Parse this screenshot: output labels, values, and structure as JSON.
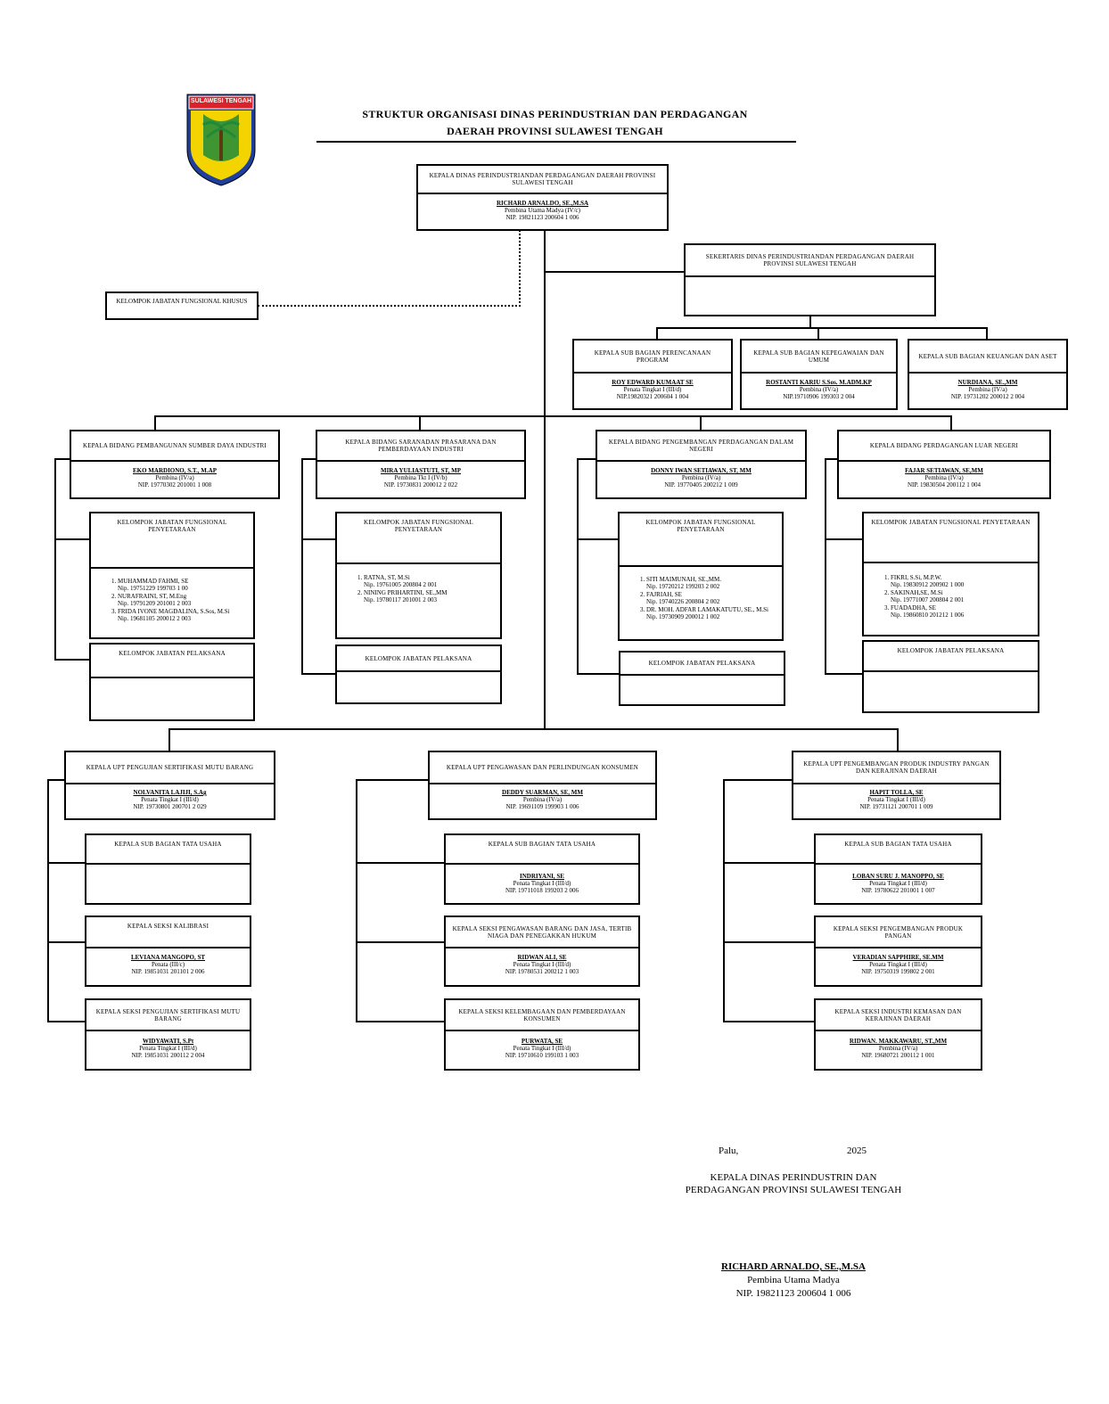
{
  "logo": {
    "banner": "SULAWESI TENGAH",
    "colors": {
      "shield": "#1e3f9c",
      "yellow": "#f4d400",
      "red": "#d8232a",
      "green": "#1e8a3a"
    }
  },
  "title": {
    "line1": "STRUKTUR ORGANISASI DINAS PERINDUSTRIAN DAN PERDAGANGAN",
    "line2": "DAERAH PROVINSI SULAWESI TENGAH"
  },
  "kepala": {
    "title": "KEPALA DINAS PERINDUSTRIANDAN PERDAGANGAN DAERAH PROVINSI SULAWESI TENGAH",
    "name": "RICHARD ARNALDO, SE.,M.SA",
    "rank": "Pembina Utama Madya (IV/c)",
    "nip": "NIP. 19821123 200604 1 006"
  },
  "sekretaris": {
    "title": "SEKERTARIS DINAS PERINDUSTRIANDAN PERDAGANGAN DAERAH PROVINSI SULAWESI TENGAH"
  },
  "fungsional_khusus": "KELOMPOK JABATAN FUNGSIONAL KHUSUS",
  "subbag": [
    {
      "title": "KEPALA SUB BAGIAN PERENCANAAN PROGRAM",
      "name": "ROY EDWARD KUMAAT SE",
      "rank": "Penata Tingkat I (III/d)",
      "nip": "NIP.19820321 200604 1 004"
    },
    {
      "title": "KEPALA SUB BAGIAN KEPEGAWAIAN DAN UMUM",
      "name": "ROSTANTI KARIU S.Sos. M.ADM.KP",
      "rank": "Pembina (IV/a)",
      "nip": "NIP.19710906 199303 2 004"
    },
    {
      "title": "KEPALA SUB BAGIAN KEUANGAN DAN ASET",
      "name": "NURDIANA, SE.,MM",
      "rank": "Pembina (IV/a)",
      "nip": "NIP. 19731202 200012 2 004"
    }
  ],
  "bidang": [
    {
      "title": "KEPALA BIDANG PEMBANGUNAN SUMBER DAYA INDUSTRI",
      "name": "EKO MARDIONO, S.T., M.AP",
      "rank": "Pembina (IV/a)",
      "nip": "NIP. 19770302 201001 1 008",
      "fung_title": "KELOMPOK JABATAN FUNGSIONAL PENYETARAAN",
      "members": [
        {
          "name": "MUHAMMAD FAHMI, SE",
          "nip": "Nip. 19751229 199703 1 00"
        },
        {
          "name": "NURAFRAINI, ST, M.Eng",
          "nip": "Nip. 19791209 201001 2 003"
        },
        {
          "name": "FRIDA IVONE MAGDALINA, S.Sos, M.Si",
          "nip": "Nip. 19681105 200012 2 003"
        }
      ],
      "pelaksana": "KELOMPOK JABATAN PELAKSANA"
    },
    {
      "title": "KEPALA BIDANG SARANADAN PRASARANA DAN PEMBERDAYAAN INDUSTRI",
      "name": "MIRA YULIASTUTI, ST, MP",
      "rank": "Pembina Tkt I (IV/b)",
      "nip": "NIP. 19730831 200012 2 022",
      "fung_title": "KELOMPOK JABATAN FUNGSIONAL PENYETARAAN",
      "members": [
        {
          "name": "RATNA, ST, M.Si",
          "nip": "Nip. 19761005 200804 2 001"
        },
        {
          "name": "NINING PRIHARTINI, SE.,MM",
          "nip": "Nip. 19780117 201001 2 003"
        }
      ],
      "pelaksana": "KELOMPOK JABATAN PELAKSANA"
    },
    {
      "title": "KEPALA BIDANG PENGEMBANGAN PERDAGANGAN DALAM NEGERI",
      "name": "DONNY IWAN SETIAWAN, ST, MM",
      "rank": "Pembina (IV/a)",
      "nip": "NIP. 19770405 200212 1 009",
      "fung_title": "KELOMPOK JABATAN FUNGSIONAL PENYETARAAN",
      "members": [
        {
          "name": "SITI MAIMUNAH, SE.,MM.",
          "nip": "Nip. 19720212 199203 2 002"
        },
        {
          "name": "FAJRIAH, SE",
          "nip": "Nip. 19740226 200804 2 002"
        },
        {
          "name": "DR. MOH. ADFAR LAMAKATUTU, SE., M.Si",
          "nip": "Nip. 19730909 200012 1 002"
        }
      ],
      "pelaksana": "KELOMPOK JABATAN PELAKSANA"
    },
    {
      "title": "KEPALA BIDANG PERDAGANGAN LUAR NEGERI",
      "name": "FAJAR SETIAWAN, SE,MM",
      "rank": "Pembina (IV/a)",
      "nip": "NIP. 19830504 200112 1 004",
      "fung_title": "KELOMPOK JABATAN FUNGSIONAL PENYETARAAN",
      "members": [
        {
          "name": "FIKRI, S.Si, M.P.W.",
          "nip": "Nip. 19830912 200902 1 000"
        },
        {
          "name": "SAKINAH,SE, M.Si",
          "nip": "Nip. 19771007 200804 2 001"
        },
        {
          "name": "FUADADHA, SE",
          "nip": "Nip. 19860810 201212 1 006"
        }
      ],
      "pelaksana": "KELOMPOK JABATAN PELAKSANA"
    }
  ],
  "upt": [
    {
      "title": "KEPALA UPT PENGUJIAN SERTIFIKASI MUTU BARANG",
      "name": "NOLVANITA LAJIJI, S.Ag",
      "rank": "Penata Tingkat I (III/d)",
      "nip": "NIP. 19730801 200701 2 029",
      "children": [
        {
          "title": "KEPALA SUB BAGIAN TATA USAHA",
          "name": "",
          "rank": "",
          "nip": ""
        },
        {
          "title": "KEPALA SEKSI KALIBRASI",
          "name": "LEVIANA MANGOPO, ST",
          "rank": "Penata (III/c)",
          "nip": "NIP. 19851031 201101 2 006"
        },
        {
          "title": "KEPALA SEKSI PENGUJIAN SERTIFIKASI MUTU BARANG",
          "name": "WIDYAWATI, S.Pt",
          "rank": "Penata Tingkat I (III/d)",
          "nip": "NIP. 19851031 200112 2 004"
        }
      ]
    },
    {
      "title": "KEPALA UPT PENGAWASAN DAN PERLINDUNGAN KONSUMEN",
      "name": "DEDDY SUARMAN, SE, MM",
      "rank": "Pembina (IV/a)",
      "nip": "NIP. 19691109 199903 1 006",
      "children": [
        {
          "title": "KEPALA SUB BAGIAN TATA USAHA",
          "name": "INDRIYANI, SE",
          "rank": "Penata Tingkat I (III/d)",
          "nip": "NIP. 19711018 199203 2 006"
        },
        {
          "title": "KEPALA SEKSI PENGAWASAN BARANG DAN JASA, TERTIB NIAGA DAN PENEGAKKAN HUKUM",
          "name": "RIDWAN ALI, SE",
          "rank": "Penata Tingkat I (III/d)",
          "nip": "NIP. 19780531 200212 1 003"
        },
        {
          "title": "KEPALA SEKSI KELEMBAGAAN DAN PEMBERDAYAAN KONSUMEN",
          "name": "PURWATA, SE",
          "rank": "Penata Tingkat I (III/d)",
          "nip": "NIP. 19710610 199103 1 003"
        }
      ]
    },
    {
      "title": "KEPALA UPT PENGEMBANGAN PRODUK INDUSTRY PANGAN DAN KERAJINAN DAERAH",
      "name": "HAPIT TOLLA, SE",
      "rank": "Penata Tingkat I (III/d)",
      "nip": "NIP. 19731121 200701 1 009",
      "children": [
        {
          "title": "KEPALA SUB BAGIAN TATA USAHA",
          "name": "LOBAN SURU J. MANOPPO, SE",
          "rank": "Penata Tingkat I (III/d)",
          "nip": "NIP. 19780622 201001 1 007"
        },
        {
          "title": "KEPALA SEKSI PENGEMBANGAN PRODUK PANGAN",
          "name": "VERADIAN SAPPHIRE, SE.MM",
          "rank": "Penata Tingkat I (III/d)",
          "nip": "NIP. 19750319 199802 2 001"
        },
        {
          "title": "KEPALA SEKSI INDUSTRI KEMASAN DAN KERAJINAN DAERAH",
          "name": "RIDWAN. MAKKAWARU, ST.,MM",
          "rank": "Pembina (IV/a)",
          "nip": "NIP. 19680721 200112 1 001"
        }
      ]
    }
  ],
  "signature": {
    "place": "Palu,",
    "year": "2025",
    "pos1": "KEPALA DINAS PERINDUSTRIN DAN",
    "pos2": "PERDAGANGAN PROVINSI SULAWESI TENGAH",
    "name": "RICHARD ARNALDO, SE.,M.SA",
    "rank": "Pembina Utama Madya",
    "nip": "NIP. 19821123 200604 1 006"
  }
}
